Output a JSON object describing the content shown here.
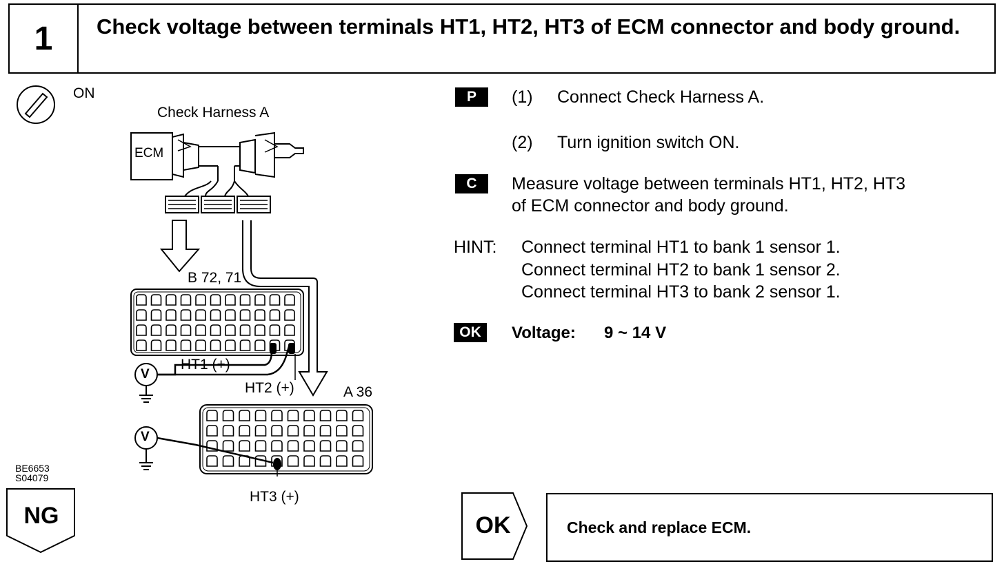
{
  "step": {
    "number": "1",
    "title": "Check voltage between terminals HT1, HT2, HT3 of ECM connector and body ground."
  },
  "diagram": {
    "ignition_label": "ON",
    "harness_label": "Check Harness A",
    "ecm_label": "ECM",
    "connector_b_label": "B 72, 71",
    "connector_a_label": "A 36",
    "ht1_label": "HT1 (+)",
    "ht2_label": "HT2 (+)",
    "ht3_label": "HT3 (+)",
    "voltmeter_symbol": "V",
    "figure_codes": [
      "BE6653",
      "S04079"
    ]
  },
  "procedure": {
    "prep_tag": "P",
    "prep_steps": [
      {
        "num": "(1)",
        "text": "Connect Check Harness A."
      },
      {
        "num": "(2)",
        "text": "Turn ignition switch ON."
      }
    ],
    "check_tag": "C",
    "check_lines": [
      "Measure voltage between terminals HT1, HT2, HT3",
      "of ECM connector and body ground."
    ],
    "hint_label": "HINT:",
    "hint_lines": [
      "Connect terminal HT1 to bank 1 sensor 1.",
      "Connect terminal HT2 to bank 1 sensor 2.",
      "Connect terminal HT3 to bank 2 sensor 1."
    ],
    "ok_tag": "OK",
    "voltage_label": "Voltage:",
    "voltage_value": "9 ~ 14 V"
  },
  "result": {
    "ng_label": "NG",
    "ok_label": "OK",
    "ok_action": "Check and replace ECM."
  },
  "icons": {
    "ignition": "ignition-switch-icon",
    "voltmeter": "voltmeter-icon",
    "ground": "ground-symbol-icon"
  }
}
